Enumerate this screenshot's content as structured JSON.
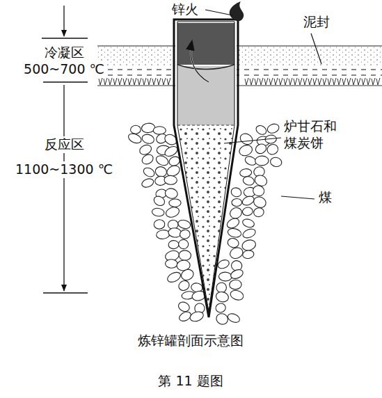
{
  "diagram": {
    "caption": "炼锌罐剖面示意图",
    "labels": [
      "锌火",
      "泥封",
      "冷凝区",
      "500~700 ℃",
      "反应区",
      "1100~1300 ℃",
      "炉甘石和 煤炭饼",
      "煤",
      "第 11 题图"
    ]
  }
}
